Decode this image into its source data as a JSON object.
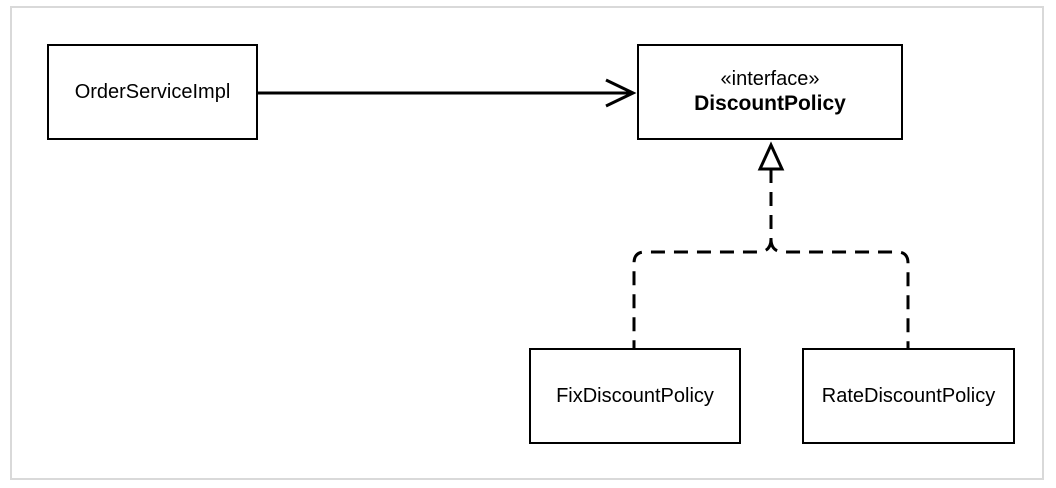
{
  "diagram": {
    "nodes": {
      "order_service": {
        "name": "OrderServiceImpl"
      },
      "discount_policy": {
        "stereotype": "«interface»",
        "name": "DiscountPolicy"
      },
      "fix_policy": {
        "name": "FixDiscountPolicy"
      },
      "rate_policy": {
        "name": "RateDiscountPolicy"
      }
    },
    "edges": [
      {
        "from": "OrderServiceImpl",
        "to": "DiscountPolicy",
        "kind": "association"
      },
      {
        "from": "FixDiscountPolicy",
        "to": "DiscountPolicy",
        "kind": "realization"
      },
      {
        "from": "RateDiscountPolicy",
        "to": "DiscountPolicy",
        "kind": "realization"
      }
    ]
  }
}
